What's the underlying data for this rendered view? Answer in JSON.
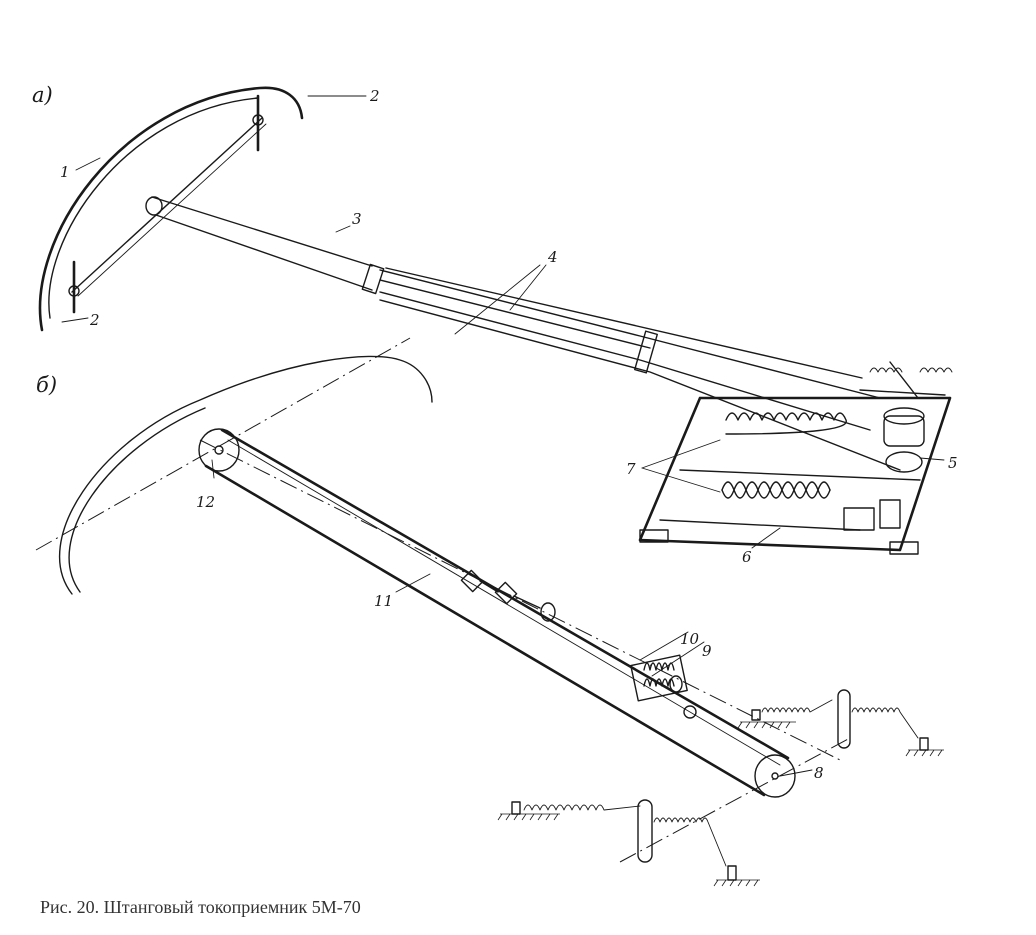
{
  "figure": {
    "panel_a_label": "а)",
    "panel_b_label": "б)",
    "callouts": {
      "n1": "1",
      "n2a": "2",
      "n2b": "2",
      "n3": "3",
      "n4": "4",
      "n5": "5",
      "n6": "6",
      "n7": "7",
      "n8": "8",
      "n9": "9",
      "n10": "10",
      "n11": "11",
      "n12": "12"
    },
    "caption": "Рис. 20. Штанговый токоприемник 5М-70"
  }
}
